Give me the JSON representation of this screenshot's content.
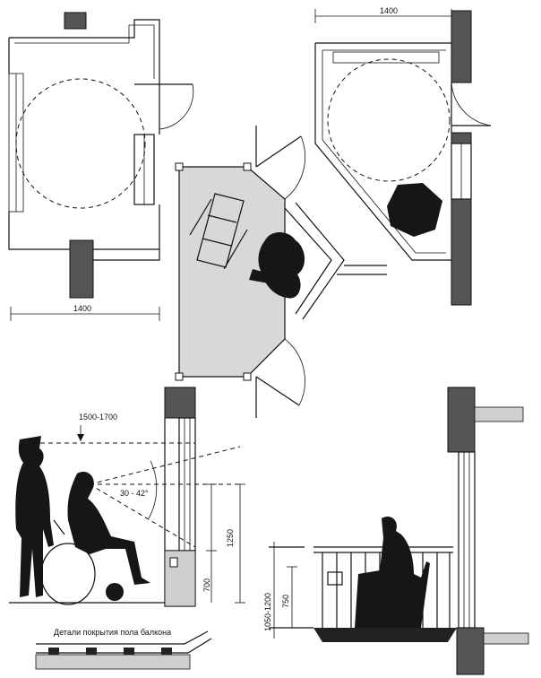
{
  "dimensions": {
    "plan_left_width": "1400",
    "plan_right_width": "1400",
    "eye_reach": "1500-1700",
    "view_angle": "30 - 42°",
    "height_1250": "1250",
    "height_700": "700",
    "height_750": "750",
    "height_1050_1200": "1050-1200"
  },
  "caption": "Детали покрытия пола балкона",
  "colors": {
    "ink": "#111111",
    "floor_fill": "#d8d8d8",
    "wall": "#555555"
  }
}
